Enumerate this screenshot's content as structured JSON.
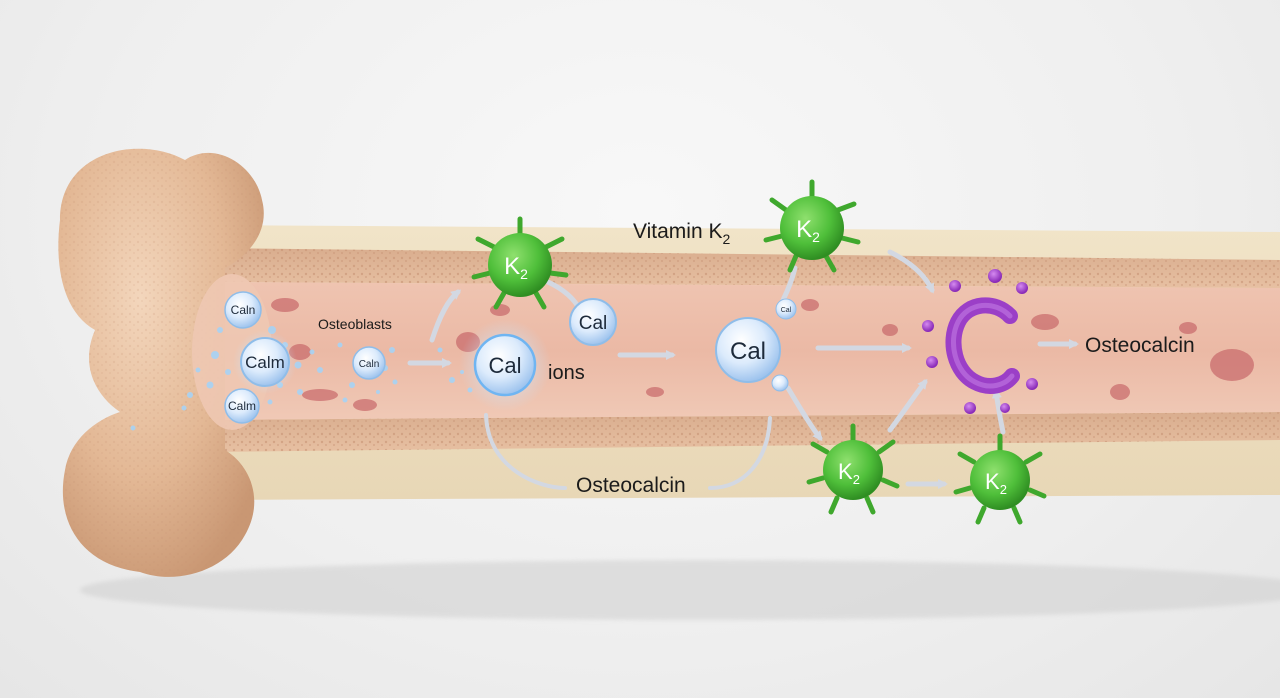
{
  "labels": {
    "vitamin_k2": "Vitamin K",
    "vitamin_k2_sub": "2",
    "osteoblasts": "Osteoblasts",
    "ions": "ions",
    "osteocalcin_bottom": "Osteocalcin",
    "osteocalcin_right": "Osteocalcin"
  },
  "calcium_bubbles": {
    "calm_top": "Caln",
    "calm_main": "Calm",
    "calm_bottom": "Calm",
    "calm_small": "Caln",
    "cal_glowing": "Cal",
    "cal_upper": "Cal",
    "cal_center": "Cal",
    "cal_tiny": "Cal"
  },
  "k2_molecule": {
    "letter": "K",
    "sub": "2"
  },
  "colors": {
    "k2_green": "#4fbf3a",
    "calcium_blue": "#cfe3fb",
    "osteocalcin_purple": "#9b3fc7",
    "bone_tan": "#e8c2a4",
    "marrow": "#e6b6a2",
    "arrow": "#d9dde6"
  }
}
